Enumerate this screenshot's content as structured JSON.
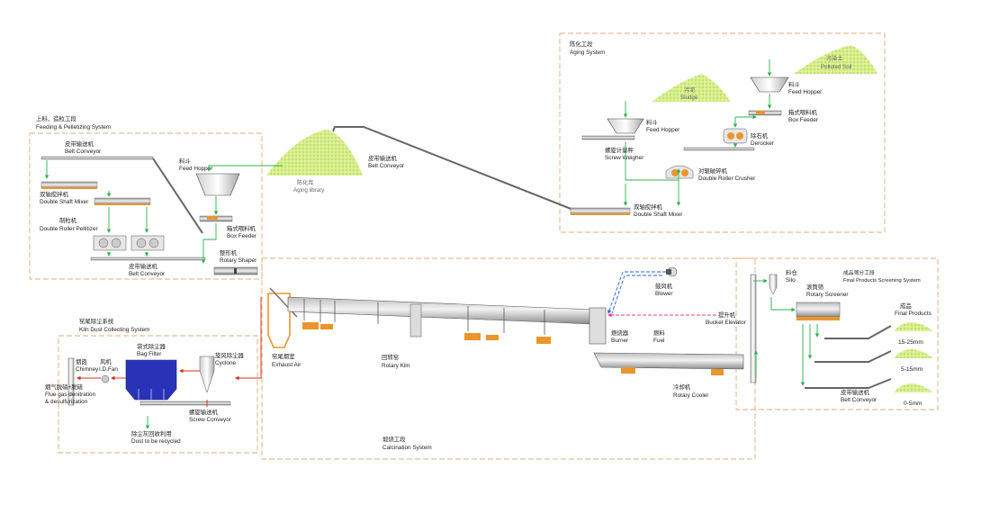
{
  "sections": {
    "pelletizing": {
      "cn": "上料、造粒工段",
      "en": "Feeding & Pelletizing System"
    },
    "aging": {
      "cn": "陈化工段",
      "en": "Aging System"
    },
    "dust": {
      "cn": "窑尾除尘系统",
      "en": "Kiln Dust Collecting System"
    },
    "calcination": {
      "cn": "煅烧工段",
      "en": "Calcination System"
    },
    "screening": {
      "cn": "成品筛分工段",
      "en": "Final Products Screening System"
    }
  },
  "labels": {
    "belt_conveyor_top": {
      "cn": "皮带输送机",
      "en": "Belt Conveyor"
    },
    "double_shaft_mixer_left": {
      "cn": "双轴搅拌机",
      "en": "Double Shaft Mixer"
    },
    "pellitizer": {
      "cn": "制粒机",
      "en": "Double Roller Pellitizer"
    },
    "belt_conveyor_bottom": {
      "cn": "皮带输送机",
      "en": "Belt Conveyor"
    },
    "feed_hopper_left": {
      "cn": "料斗",
      "en": "Feed Hopper"
    },
    "box_feeder_left": {
      "cn": "箱式喂料机",
      "en": "Box Feeder"
    },
    "rotary_shaper": {
      "cn": "整形机",
      "en": "Rotary Shaper"
    },
    "aging_library": {
      "cn": "陈化库",
      "en": "Aging library"
    },
    "belt_conveyor_long": {
      "cn": "皮带输送机",
      "en": "Belt Conveyor"
    },
    "sludge": {
      "cn": "污泥",
      "en": "Sludge"
    },
    "polluted_soil": {
      "cn": "污染土",
      "en": "Polluted Soil"
    },
    "feed_hopper_mid": {
      "cn": "料斗",
      "en": "Feed Hopper"
    },
    "feed_hopper_right": {
      "cn": "料斗",
      "en": "Feed Hopper"
    },
    "box_feeder_right": {
      "cn": "箱式喂料机",
      "en": "Box Feeder"
    },
    "derocker": {
      "cn": "除石机",
      "en": "Derocker"
    },
    "screw_weigher": {
      "cn": "螺旋计量秤",
      "en": "Screw Weigher"
    },
    "double_roller_crusher": {
      "cn": "对辊破碎机",
      "en": "Double Roller Crusher"
    },
    "double_shaft_mixer_right": {
      "cn": "双轴搅拌机",
      "en": "Double Shaft Mixer"
    },
    "exhaust_air": {
      "cn": "窑尾烟室",
      "en": "Exhaust Air"
    },
    "rotary_kiln": {
      "cn": "回转窑",
      "en": "Rotary Kiln"
    },
    "burner": {
      "cn": "燃烧器",
      "en": "Burner"
    },
    "fuel": {
      "cn": "燃料",
      "en": "Fuel"
    },
    "blower": {
      "cn": "鼓风机",
      "en": "Blower"
    },
    "bucket_elevator": {
      "cn": "提升机",
      "en": "Bucket Elevator"
    },
    "rotary_cooler": {
      "cn": "冷却机",
      "en": "Rotary Cooler"
    },
    "silo": {
      "cn": "料仓",
      "en": "Silo"
    },
    "rotary_screener": {
      "cn": "滚筒筛",
      "en": "Rotary Screener"
    },
    "final_products": {
      "cn": "成品",
      "en": "Final Products"
    },
    "belt_conveyor_right": {
      "cn": "皮带输送机",
      "en": "Belt Conveyor"
    },
    "chimney": {
      "cn": "烟囱",
      "en": "Chimney"
    },
    "id_fan": {
      "cn": "风机",
      "en": "I.D.Fan"
    },
    "bag_filter": {
      "cn": "袋式除尘器",
      "en": "Bag Filter"
    },
    "cyclone": {
      "cn": "旋风除尘器",
      "en": "Cyclone"
    },
    "flue_gas": {
      "cn": "烟气脱硝+脱硫",
      "en1": "Flue gas denitration",
      "en2": "& desulfurization"
    },
    "screw_conveyor": {
      "cn": "螺旋输送机",
      "en": "Screw Conveyor"
    },
    "dust_recycled": {
      "cn": "除尘灰回收利用",
      "en": "Dust to be recycled"
    }
  },
  "products": [
    "15-25mm",
    "5-15mm",
    "0-5mm"
  ],
  "colors": {
    "dash": "#e9a978",
    "flow": "#2bb24c",
    "fuel": "#e83f8b",
    "air": "#2e5fd8",
    "gas": "#d9281f",
    "orange": "#e9962d",
    "pile": "#c6e46a",
    "bag": "#2a33b8"
  }
}
